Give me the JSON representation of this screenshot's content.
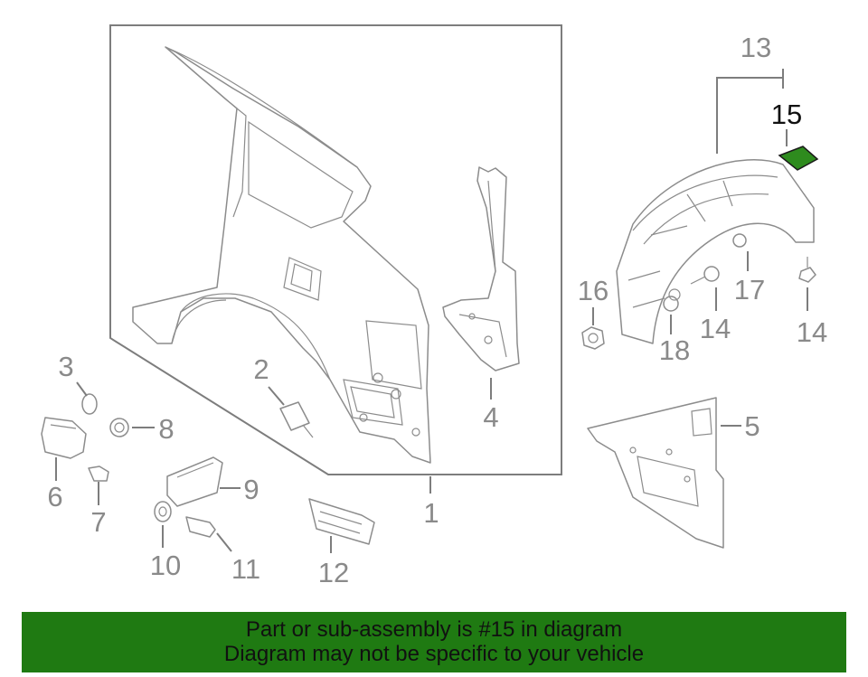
{
  "callouts": {
    "c1": "1",
    "c2": "2",
    "c3": "3",
    "c4": "4",
    "c5": "5",
    "c6": "6",
    "c7": "7",
    "c8": "8",
    "c9": "9",
    "c10": "10",
    "c11": "11",
    "c12": "12",
    "c13": "13",
    "c14a": "14",
    "c14b": "14",
    "c15": "15",
    "c16": "16",
    "c17": "17",
    "c18": "18"
  },
  "highlight_callout": "15",
  "colors": {
    "banner_bg": "#1f7a12",
    "highlight_part": "#2e8b1e",
    "line_art": "#8c8c8c"
  },
  "banner": {
    "line1": "Part or sub-assembly is #15 in diagram",
    "line2": "Diagram may not be specific to your vehicle"
  }
}
